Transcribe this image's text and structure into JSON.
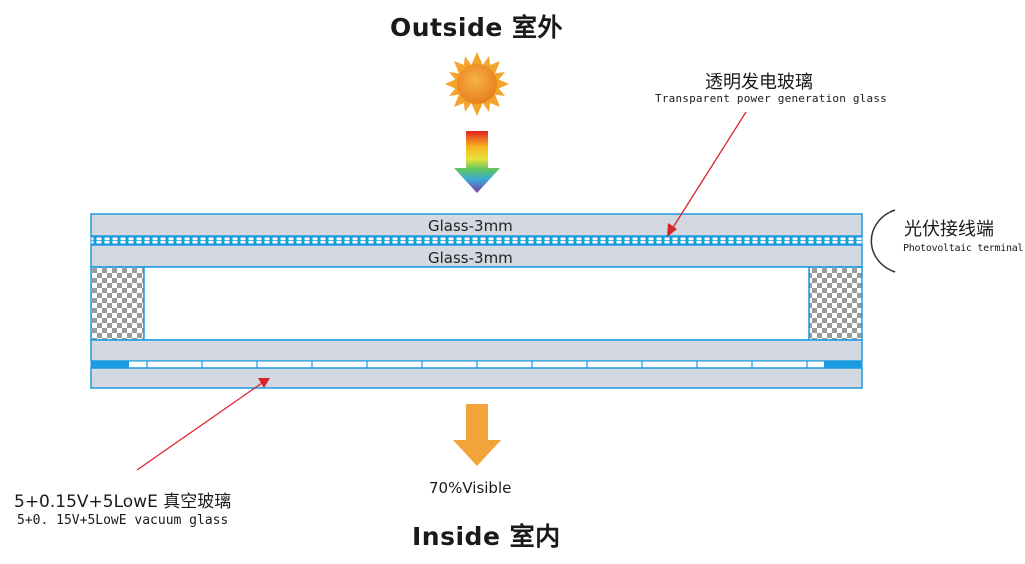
{
  "diagram": {
    "outside_label": "Outside 室外",
    "inside_label": "Inside 室内",
    "visible_label": "70%Visible",
    "glass_top_label": "Glass-3mm",
    "glass_second_label": "Glass-3mm",
    "power_glass_cn": "透明发电玻璃",
    "power_glass_en": "Transparent power generation glass",
    "terminal_cn": "光伏接线端",
    "terminal_en": "Photovoltaic terminal",
    "vacuum_cn": "5+0.15V+5LowE 真空玻璃",
    "vacuum_en": "5+0. 15V+5LowE vacuum glass",
    "colors": {
      "frame_blue": "#1a9be0",
      "glass_fill": "#d4d8e0",
      "sun_orange": "#f0922b",
      "down_arrow": "#f2a43a",
      "pointer_red": "#d9252a"
    },
    "icons": [
      "sun-icon",
      "spectrum-arrow-icon",
      "down-arrow-icon"
    ]
  }
}
